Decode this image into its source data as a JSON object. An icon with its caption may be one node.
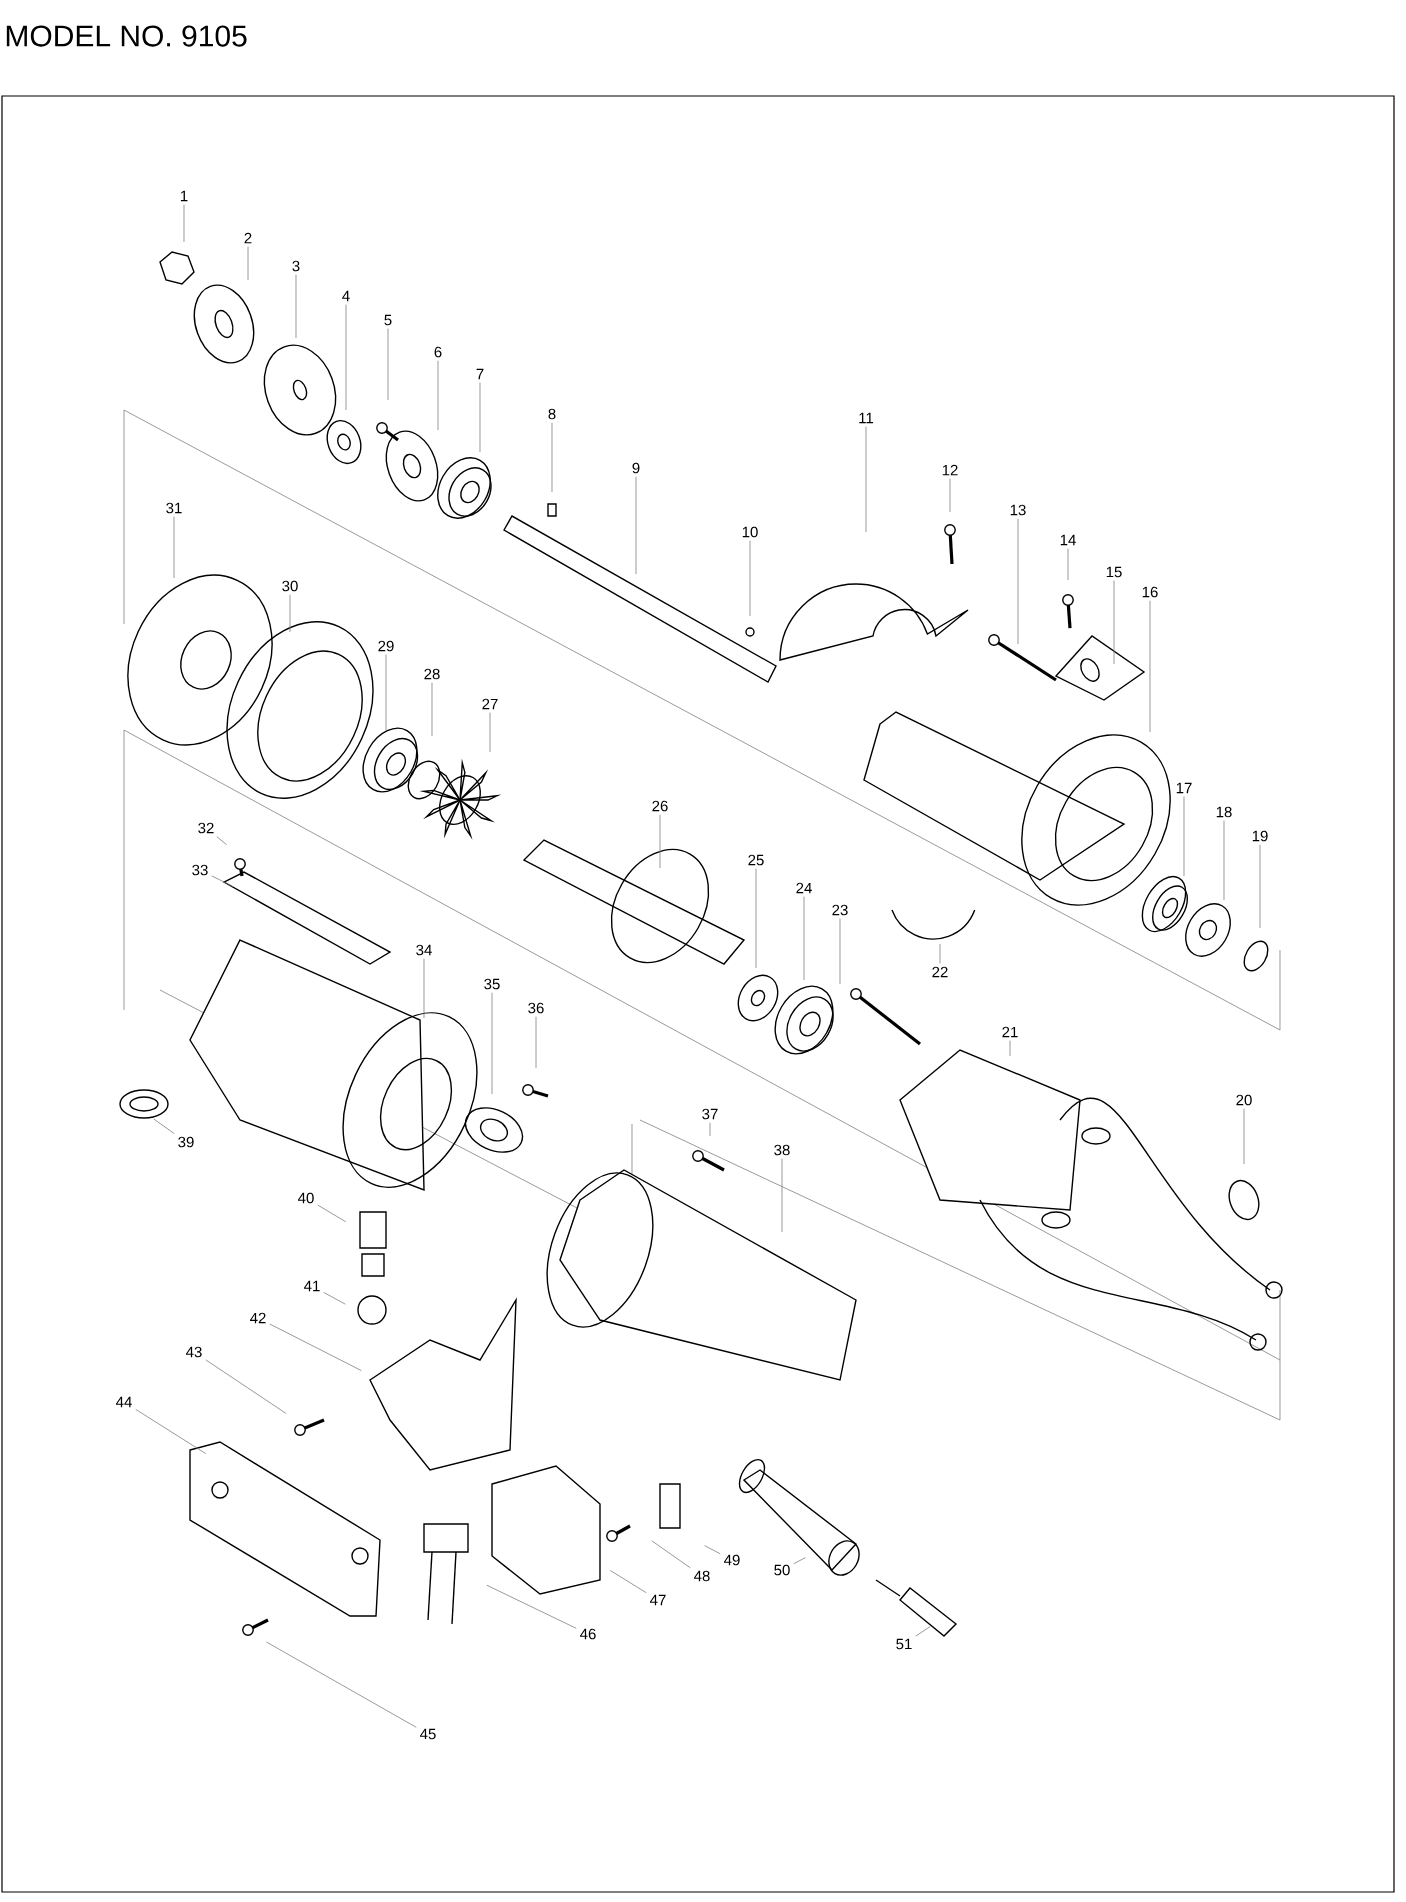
{
  "diagram": {
    "title": "MODEL NO. 9105",
    "nodes": [
      {
        "text": [
          "1"
        ]
      },
      {
        "text": [
          "2"
        ]
      },
      {
        "text": [
          "3"
        ]
      },
      {
        "text": [
          "4"
        ]
      },
      {
        "text": [
          "5"
        ]
      },
      {
        "text": [
          "6"
        ]
      },
      {
        "text": [
          "7"
        ]
      },
      {
        "text": [
          "8"
        ]
      },
      {
        "text": [
          "9"
        ]
      },
      {
        "text": [
          "10"
        ]
      },
      {
        "text": [
          "11"
        ]
      },
      {
        "text": [
          "12"
        ]
      },
      {
        "text": [
          "13"
        ]
      },
      {
        "text": [
          "14"
        ]
      },
      {
        "text": [
          "15"
        ]
      },
      {
        "text": [
          "16"
        ]
      },
      {
        "text": [
          "17"
        ]
      },
      {
        "text": [
          "18"
        ]
      },
      {
        "text": [
          "19"
        ]
      },
      {
        "text": [
          "20"
        ]
      },
      {
        "text": [
          "21"
        ]
      },
      {
        "text": [
          "22"
        ]
      },
      {
        "text": [
          "23"
        ]
      },
      {
        "text": [
          "24"
        ]
      },
      {
        "text": [
          "25"
        ]
      },
      {
        "text": [
          "26"
        ]
      },
      {
        "text": [
          "27"
        ]
      },
      {
        "text": [
          "28"
        ]
      },
      {
        "text": [
          "29"
        ]
      },
      {
        "text": [
          "30"
        ]
      },
      {
        "text": [
          "31"
        ]
      },
      {
        "text": [
          "32"
        ]
      },
      {
        "text": [
          "33"
        ]
      },
      {
        "text": [
          "34"
        ]
      },
      {
        "text": [
          "35"
        ]
      },
      {
        "text": [
          "36"
        ]
      },
      {
        "text": [
          "37"
        ]
      },
      {
        "text": [
          "38"
        ]
      },
      {
        "text": [
          "39"
        ]
      },
      {
        "text": [
          "40"
        ]
      },
      {
        "text": [
          "41"
        ]
      },
      {
        "text": [
          "42"
        ]
      },
      {
        "text": [
          "43"
        ]
      },
      {
        "text": [
          "44"
        ]
      },
      {
        "text": [
          "45"
        ]
      },
      {
        "text": [
          "46"
        ]
      },
      {
        "text": [
          "47"
        ]
      },
      {
        "text": [
          "48"
        ]
      },
      {
        "text": [
          "49"
        ]
      },
      {
        "text": [
          "50"
        ]
      },
      {
        "text": [
          "51"
        ]
      }
    ],
    "edges": [
      {
        "from": 0,
        "to": null,
        "arrow": "none"
      },
      {
        "from": 1,
        "to": null,
        "arrow": "none"
      },
      {
        "from": 2,
        "to": null,
        "arrow": "none"
      },
      {
        "from": 3,
        "to": null,
        "arrow": "none"
      },
      {
        "from": 4,
        "to": null,
        "arrow": "none"
      },
      {
        "from": 5,
        "to": null,
        "arrow": "none"
      },
      {
        "from": 6,
        "to": null,
        "arrow": "none"
      },
      {
        "from": 7,
        "to": null,
        "arrow": "none"
      },
      {
        "from": 8,
        "to": null,
        "arrow": "none"
      },
      {
        "from": 9,
        "to": null,
        "arrow": "none"
      },
      {
        "from": 10,
        "to": null,
        "arrow": "none"
      },
      {
        "from": 11,
        "to": null,
        "arrow": "none"
      },
      {
        "from": 12,
        "to": null,
        "arrow": "none"
      },
      {
        "from": 13,
        "to": null,
        "arrow": "none"
      },
      {
        "from": 14,
        "to": null,
        "arrow": "none"
      },
      {
        "from": 15,
        "to": null,
        "arrow": "none"
      },
      {
        "from": 16,
        "to": null,
        "arrow": "none"
      },
      {
        "from": 17,
        "to": null,
        "arrow": "none"
      },
      {
        "from": 18,
        "to": null,
        "arrow": "none"
      },
      {
        "from": 19,
        "to": null,
        "arrow": "none"
      },
      {
        "from": 20,
        "to": null,
        "arrow": "none"
      },
      {
        "from": 21,
        "to": null,
        "arrow": "none"
      },
      {
        "from": 22,
        "to": null,
        "arrow": "none"
      },
      {
        "from": 23,
        "to": null,
        "arrow": "none"
      },
      {
        "from": 24,
        "to": null,
        "arrow": "none"
      },
      {
        "from": 25,
        "to": null,
        "arrow": "none"
      },
      {
        "from": 26,
        "to": null,
        "arrow": "none"
      },
      {
        "from": 27,
        "to": null,
        "arrow": "none"
      },
      {
        "from": 28,
        "to": null,
        "arrow": "none"
      },
      {
        "from": 29,
        "to": null,
        "arrow": "none"
      },
      {
        "from": 30,
        "to": null,
        "arrow": "none"
      },
      {
        "from": 31,
        "to": null,
        "arrow": "none"
      },
      {
        "from": 32,
        "to": null,
        "arrow": "none"
      },
      {
        "from": 33,
        "to": null,
        "arrow": "none"
      },
      {
        "from": 34,
        "to": null,
        "arrow": "none"
      },
      {
        "from": 35,
        "to": null,
        "arrow": "none"
      },
      {
        "from": 36,
        "to": null,
        "arrow": "none"
      },
      {
        "from": 37,
        "to": null,
        "arrow": "none"
      },
      {
        "from": 38,
        "to": null,
        "arrow": "none"
      },
      {
        "from": 39,
        "to": null,
        "arrow": "none"
      },
      {
        "from": 40,
        "to": null,
        "arrow": "none"
      },
      {
        "from": 41,
        "to": null,
        "arrow": "none"
      },
      {
        "from": 42,
        "to": null,
        "arrow": "none"
      },
      {
        "from": 43,
        "to": null,
        "arrow": "none"
      },
      {
        "from": 44,
        "to": null,
        "arrow": "none"
      },
      {
        "from": 45,
        "to": null,
        "arrow": "none"
      },
      {
        "from": 46,
        "to": null,
        "arrow": "none"
      },
      {
        "from": 47,
        "to": null,
        "arrow": "none"
      },
      {
        "from": 48,
        "to": null,
        "arrow": "none"
      },
      {
        "from": 49,
        "to": null,
        "arrow": "none"
      },
      {
        "from": 50,
        "to": null,
        "arrow": "none"
      }
    ]
  }
}
